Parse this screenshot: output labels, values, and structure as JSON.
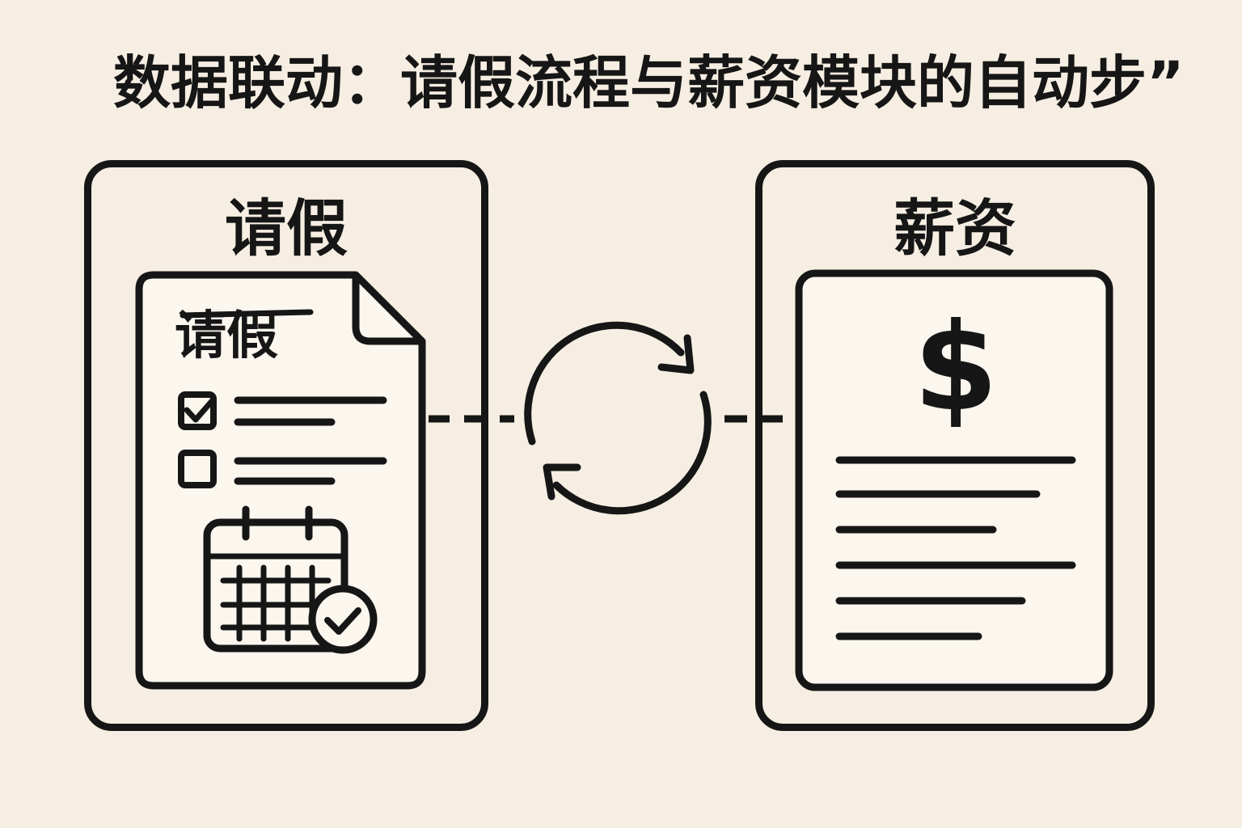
{
  "title": "数据联动：请假流程与薪资模块的自动步”",
  "leave_panel": {
    "title": "请假",
    "doc_label": "请假"
  },
  "salary_panel": {
    "title": "薪资",
    "currency_symbol": "$"
  },
  "icons": {
    "sync": "sync-arrows-icon",
    "leave_doc": "leave-document-icon",
    "calendar": "calendar-check-icon",
    "payslip": "payslip-document-icon"
  },
  "colors": {
    "background": "#f6eee2",
    "ink": "#161616",
    "card": "#fbf6ee"
  }
}
